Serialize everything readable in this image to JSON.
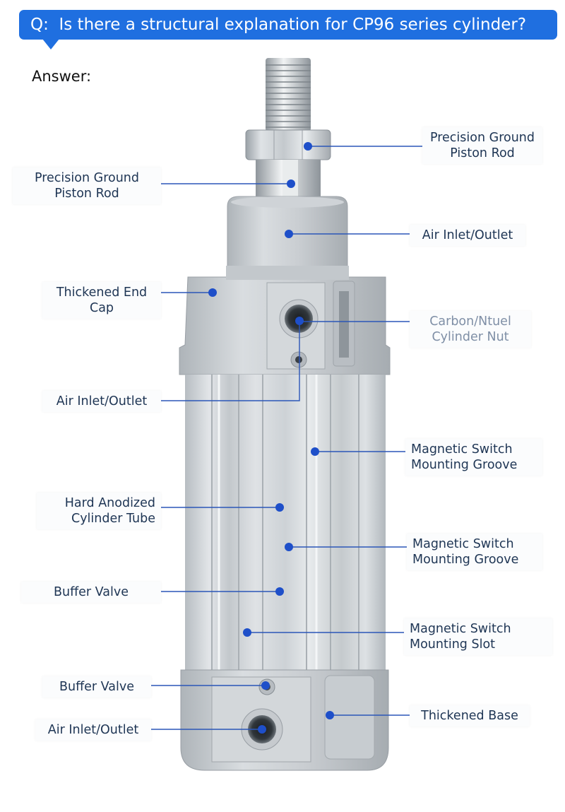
{
  "question": {
    "prefix": "Q:",
    "text": "Is there a structural explanation for CP96 series cylinder?"
  },
  "answer_label": "Answer:",
  "colors": {
    "banner": "#1f6fe0",
    "leader_line": "#2b56b8",
    "dot": "#1e4fc9",
    "label_text": "#1e3554"
  },
  "labels": {
    "precision_rod_right": "Precision Ground\nPiston Rod",
    "precision_rod_left": "Precision Ground\nPiston Rod",
    "air_inlet_top": "Air Inlet/Outlet",
    "thickened_end_cap": "Thickened End\nCap",
    "carbon_steel_nut": "Carbon/Ntuel\nCylinder Nut",
    "air_inlet_mid": "Air Inlet/Outlet",
    "switch_groove_1": "Magnetic Switch\nMounting Groove",
    "hard_anodized_tube": "Hard Anodized\nCylinder Tube",
    "switch_groove_2": "Magnetic Switch\nMounting Groove",
    "buffer_valve_mid": "Buffer Valve",
    "switch_slot": "Magnetic Switch\nMounting Slot",
    "buffer_valve_bottom": "Buffer Valve",
    "thickened_base": "Thickened Base",
    "air_inlet_bottom": "Air Inlet/Outlet"
  }
}
